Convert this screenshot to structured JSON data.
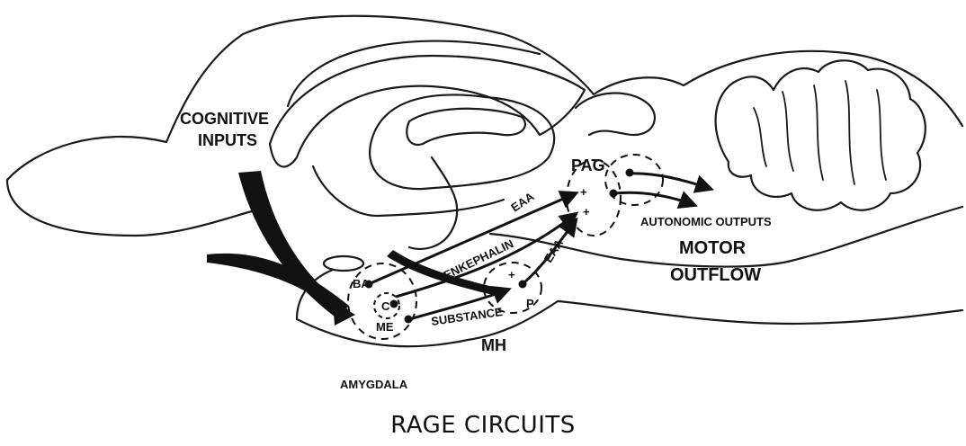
{
  "labels": {
    "cognitive_line1": "COGNITIVE",
    "cognitive_line2": "INPUTS",
    "pag": "PAG",
    "eaa_upper": "EAA",
    "eaa_lower": "EAA",
    "enkephalin": "ENKEPHALIN",
    "substance_p": "SUBSTANCE",
    "substance_p_suffix": "P",
    "autonomic_outputs": "AUTONOMIC OUTPUTS",
    "motor_line1": "MOTOR",
    "motor_line2": "OUTFLOW",
    "mh": "MH",
    "amygdala": "AMYGDALA",
    "ba": "BA",
    "c": "C",
    "me": "ME",
    "plus_mh": "+",
    "plus_pag": "+",
    "plus_pag2": "+"
  },
  "title": "RAGE CIRCUITS"
}
